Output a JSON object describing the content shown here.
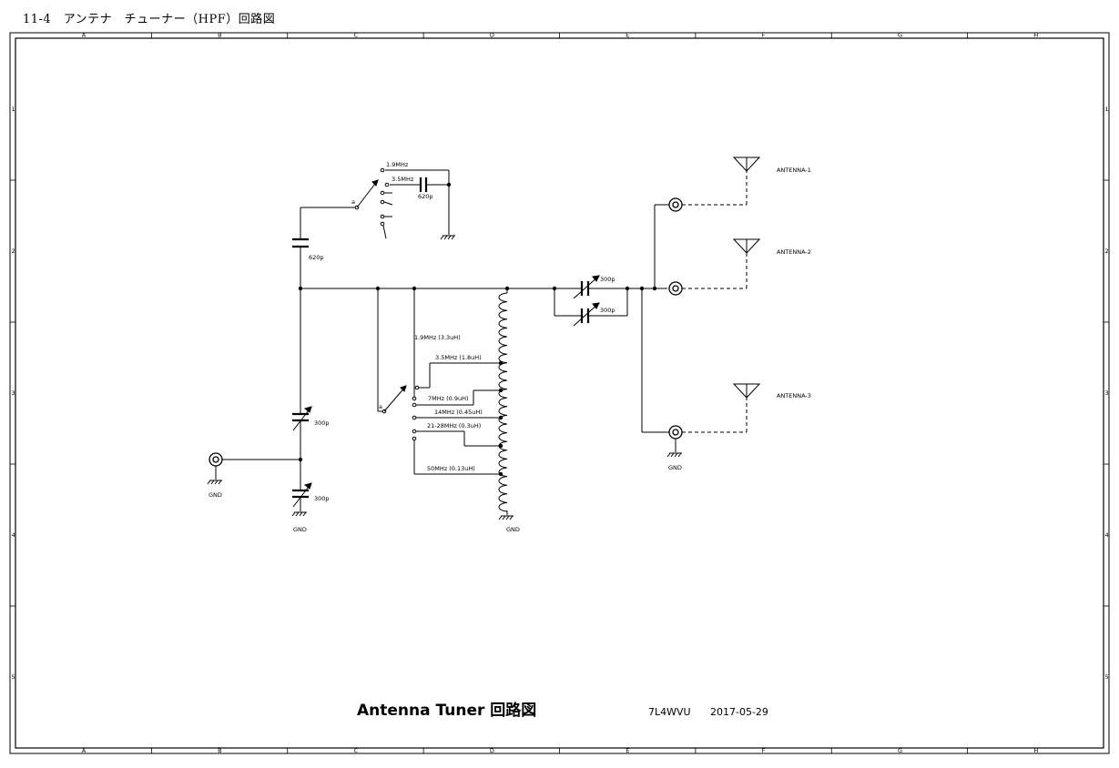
{
  "document": {
    "heading": "11-4　アンテナ　チューナー（HPF）回路図"
  },
  "frame": {
    "columns": [
      "A",
      "B",
      "C",
      "D",
      "E",
      "F",
      "G",
      "H"
    ],
    "rows": [
      "1",
      "2",
      "3",
      "4",
      "5"
    ]
  },
  "schematic": {
    "band_switch": {
      "pole_label": "a",
      "positions": [
        "1.9MHz",
        "3.5MHz"
      ]
    },
    "inductor_switch": {
      "pole_label": "a",
      "taps": [
        "1.9MHz (3.3uH)",
        "3.5MHz (1.8uH)",
        "7MHz (0.9uH)",
        "14MHz (0.45uH)",
        "21-28MHz (0.3uH)",
        "50MHz (0.13uH)"
      ]
    },
    "capacitors": {
      "band_cap": "620p",
      "series_cap": "620p",
      "var_cap_input": "300p",
      "var_cap_shunt": "300p",
      "var_cap_out_1": "300p",
      "var_cap_out_2": "300p"
    },
    "ground_label": "GND",
    "antennas": [
      "ANTENNA-1",
      "ANTENNA-2",
      "ANTENNA-3"
    ]
  },
  "title_block": {
    "title": "Antenna Tuner 回路図",
    "author": "7L4WVU",
    "date": "2017-05-29"
  }
}
